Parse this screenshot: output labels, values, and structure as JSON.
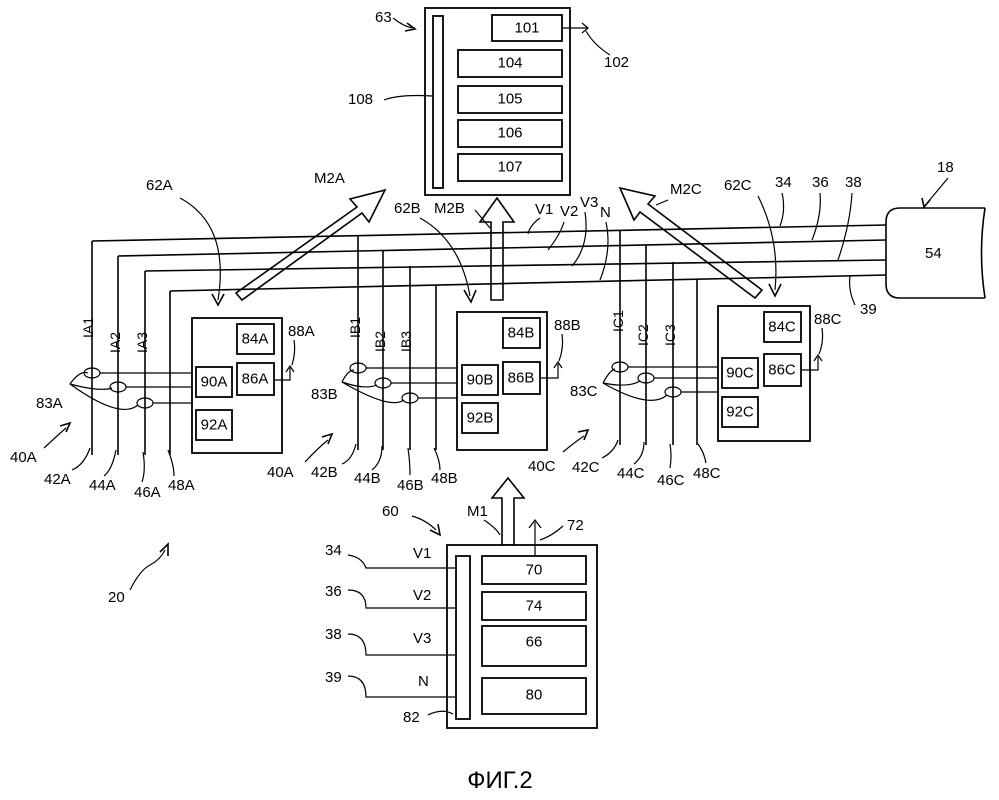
{
  "figure": {
    "caption": "ФИГ.2",
    "device": {
      "ref": "18",
      "block": "54"
    },
    "system_ref": "20",
    "bus": {
      "lines": [
        "34",
        "36",
        "38",
        "39"
      ],
      "voltages": [
        "V1",
        "V2",
        "V3",
        "N"
      ]
    },
    "central_unit": {
      "ref": "63",
      "bus_ref": "108",
      "antenna_ref": "102",
      "blocks": [
        "101",
        "104",
        "105",
        "106",
        "107"
      ]
    },
    "modules": [
      {
        "id": "A",
        "arrow": "M2A",
        "ref": "62A",
        "group": "40A",
        "sensor": "83A",
        "antenna": "88A",
        "currents": [
          "IA1",
          "IA2",
          "IA3"
        ],
        "conductors": [
          "42A",
          "44A",
          "46A",
          "48A"
        ],
        "blocks": [
          "84A",
          "86A",
          "90A",
          "92A"
        ]
      },
      {
        "id": "B",
        "arrow": "M2B",
        "ref": "62B",
        "group": "40A",
        "sensor": "83B",
        "antenna": "88B",
        "currents": [
          "IB1",
          "IB2",
          "IB3"
        ],
        "conductors": [
          "42B",
          "44B",
          "46B",
          "48B"
        ],
        "blocks": [
          "84B",
          "86B",
          "90B",
          "92B"
        ]
      },
      {
        "id": "C",
        "arrow": "M2C",
        "ref": "62C",
        "group": "40C",
        "sensor": "83C",
        "antenna": "88C",
        "currents": [
          "IC1",
          "IC2",
          "IC3"
        ],
        "conductors": [
          "42C",
          "44C",
          "46C",
          "48C"
        ],
        "blocks": [
          "84C",
          "86C",
          "90C",
          "92C"
        ]
      }
    ],
    "voltage_unit": {
      "ref": "60",
      "arrow": "M1",
      "antenna_ref": "72",
      "bus_ref": "82",
      "inputs": [
        {
          "line": "34",
          "voltage": "V1"
        },
        {
          "line": "36",
          "voltage": "V2"
        },
        {
          "line": "38",
          "voltage": "V3"
        },
        {
          "line": "39",
          "voltage": "N"
        }
      ],
      "blocks": [
        "70",
        "74",
        "66",
        "80"
      ]
    }
  }
}
